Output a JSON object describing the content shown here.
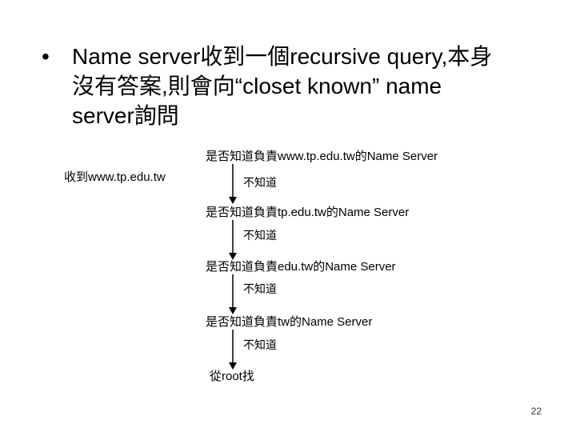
{
  "slide": {
    "bullet_marker": "•",
    "bullet_lines": [
      "Name server收到一個recursive query,本身",
      "沒有答案,則會向“closet known” name",
      "server詢問"
    ]
  },
  "flow": {
    "start_label": "收到www.tp.edu.tw",
    "queries": [
      "是否知道負責www.tp.edu.tw的Name Server",
      "是否知道負責tp.edu.tw的Name Server",
      "是否知道負責edu.tw的Name Server",
      "是否知道負責tw的Name Server"
    ],
    "answers": [
      "不知道",
      "不知道",
      "不知道",
      "不知道"
    ],
    "final_step": "從root找"
  },
  "footer": {
    "page_number": "22"
  }
}
